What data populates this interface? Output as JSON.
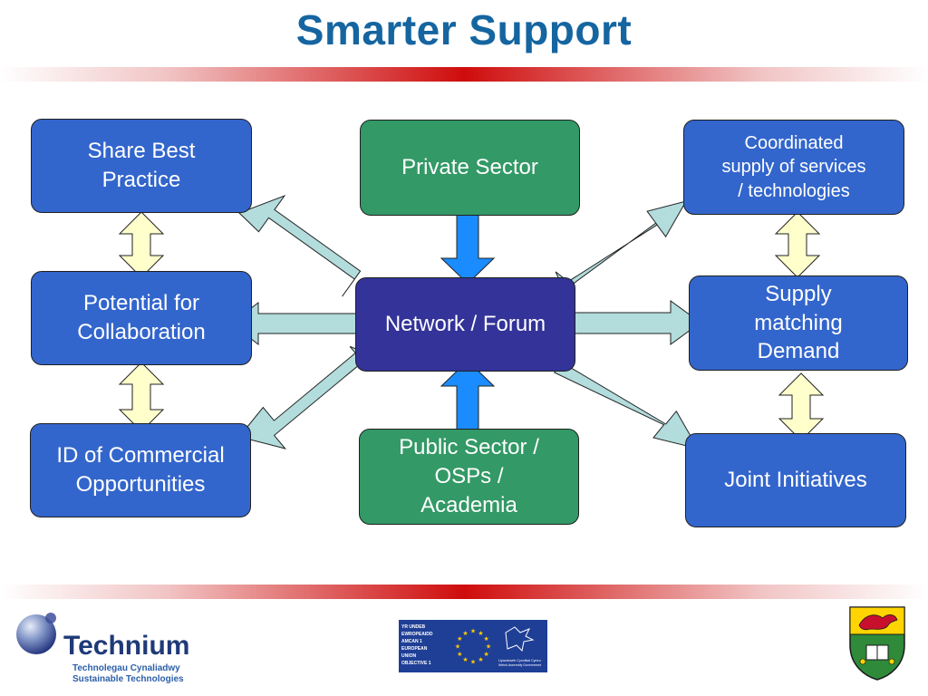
{
  "title": "Smarter Support",
  "nodes": {
    "share_best_practice": "Share Best\nPractice",
    "potential_collaboration": "Potential for\nCollaboration",
    "id_commercial": "ID of Commercial\nOpportunities",
    "private_sector": "Private Sector",
    "network_forum": "Network / Forum",
    "public_sector": "Public Sector /\nOSPs /\nAcademia",
    "coordinated_supply": "Coordinated\nsupply of services\n/ technologies",
    "supply_matching": "Supply\nmatching\nDemand",
    "joint_initiatives": "Joint Initiatives"
  },
  "logos": {
    "technium_name": "Technium",
    "technium_line1": "Technolegau Cynaliadwy",
    "technium_line2": "Sustainable Technologies",
    "eu_left_lines": [
      "YR UNDEB",
      "EWROPEAIDD",
      "AMCAN 1",
      "EUROPEAN",
      "UNION",
      "OBJECTIVE 1"
    ],
    "eu_right_line1": "Llywodraeth Cynulliad Cymru",
    "eu_right_line2": "Welsh Assembly Government"
  },
  "colors": {
    "title": "#1565a0",
    "box_blue": "#3366cc",
    "box_green": "#339966",
    "box_navy": "#333399",
    "arrow_light": "#b3dcdc",
    "arrow_cream": "#ffffcc",
    "arrow_bright": "#1a8cff"
  }
}
